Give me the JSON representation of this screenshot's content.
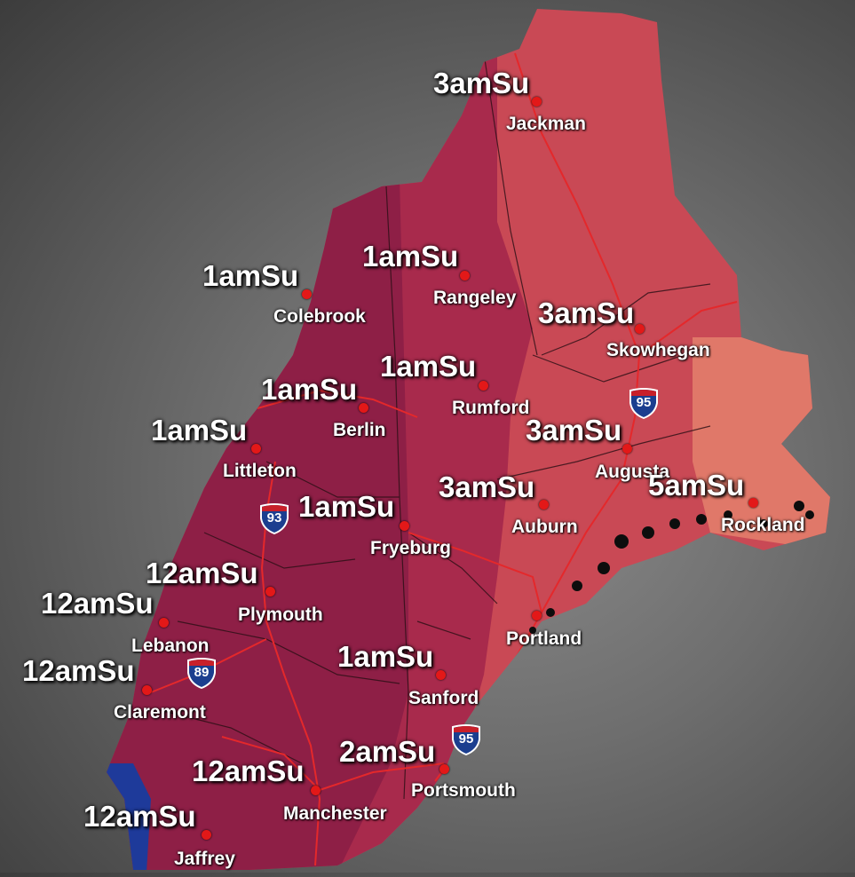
{
  "colors": {
    "zone_early": "#8e1f46",
    "zone_mid": "#a82a4c",
    "zone_late": "#c94955",
    "zone_latest": "#e07869",
    "zone_blue": "#1e3a9a",
    "road": "#e4282b",
    "dot": "#e31818"
  },
  "highways": [
    {
      "icon": "interstate-shield-icon",
      "label": "93"
    },
    {
      "icon": "interstate-shield-icon",
      "label": "89"
    },
    {
      "icon": "interstate-shield-icon",
      "label": "95"
    },
    {
      "icon": "interstate-shield-icon",
      "label": "95"
    }
  ],
  "locations": [
    {
      "city": "Jackman",
      "time": "3amSu"
    },
    {
      "city": "Colebrook",
      "time": "1amSu"
    },
    {
      "city": "Rangeley",
      "time": "1amSu"
    },
    {
      "city": "Skowhegan",
      "time": "3amSu"
    },
    {
      "city": "Berlin",
      "time": "1amSu"
    },
    {
      "city": "Rumford",
      "time": "1amSu"
    },
    {
      "city": "Littleton",
      "time": "1amSu"
    },
    {
      "city": "Augusta",
      "time": "3amSu"
    },
    {
      "city": "Rockland",
      "time": "5amSu"
    },
    {
      "city": "Auburn",
      "time": "3amSu"
    },
    {
      "city": "Fryeburg",
      "time": "1amSu"
    },
    {
      "city": "Plymouth",
      "time": "12amSu"
    },
    {
      "city": "Lebanon",
      "time": "12amSu"
    },
    {
      "city": "Portland",
      "time": ""
    },
    {
      "city": "Claremont",
      "time": "12amSu"
    },
    {
      "city": "Sanford",
      "time": "1amSu"
    },
    {
      "city": "Portsmouth",
      "time": "2amSu"
    },
    {
      "city": "Manchester",
      "time": "12amSu"
    },
    {
      "city": "Jaffrey",
      "time": "12amSu"
    }
  ]
}
